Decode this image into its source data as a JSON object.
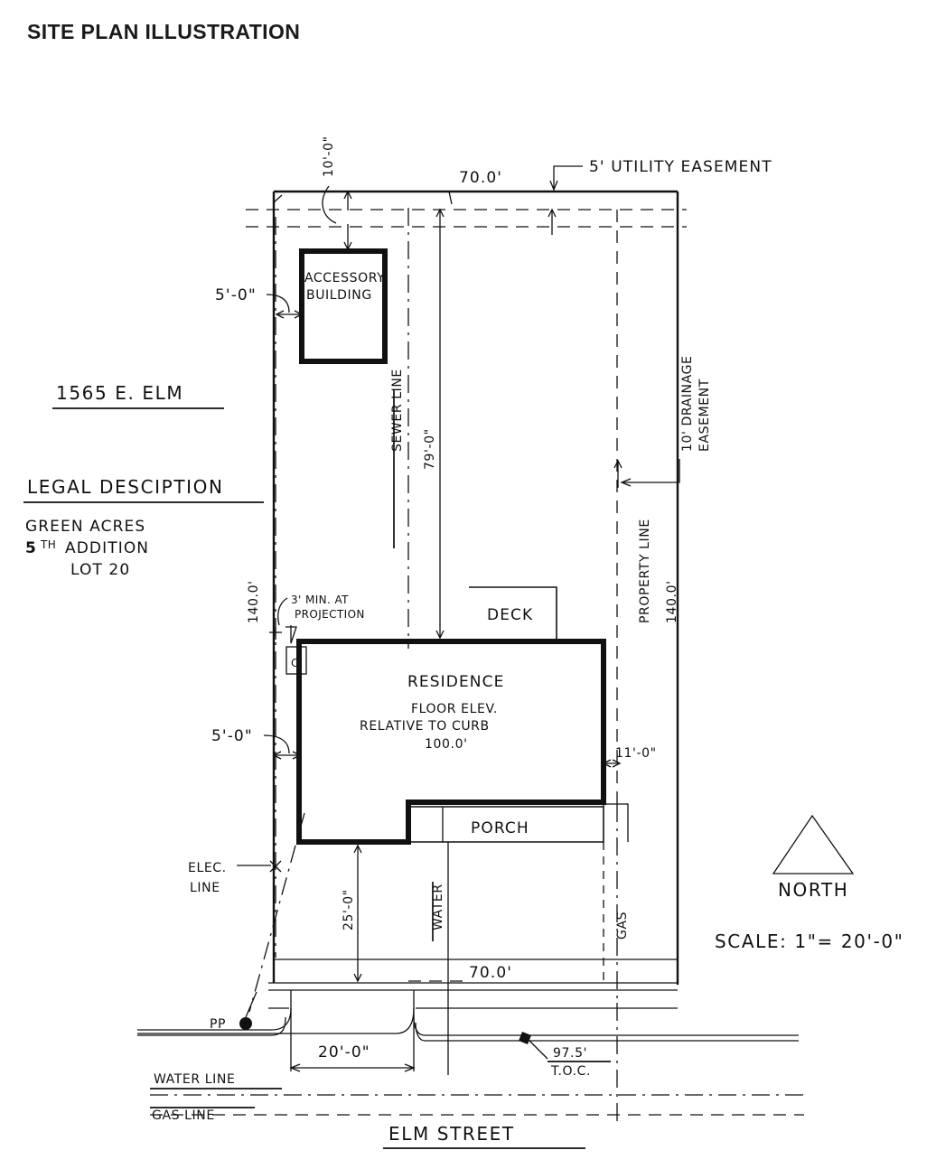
{
  "title": "SITE PLAN ILLUSTRATION",
  "legend": {
    "address": "1565 E. ELM",
    "legal_heading": "LEGAL DESCIPTION",
    "legal_line1": "GREEN ACRES",
    "legal_line2_num": "5",
    "legal_line2_sup": "TH",
    "legal_line2_rest": "ADDITION",
    "legal_line3": "LOT 20"
  },
  "compass": {
    "label": "NORTH",
    "icon": "north-arrow-triangle"
  },
  "scale": {
    "label": "SCALE: 1\"= 20'-0\""
  },
  "street": {
    "name": "ELM STREET",
    "water_line": "WATER LINE",
    "gas_line": "GAS LINE",
    "power_pole": "PP",
    "toc_elev": "97.5'",
    "toc_label": "T.O.C.",
    "driveway_width": "20'-0\""
  },
  "structures": {
    "accessory_building_l1": "ACCESSORY",
    "accessory_building_l2": "BUILDING",
    "residence": "RESIDENCE",
    "residence_l2": "FLOOR ELEV.",
    "residence_l3": "RELATIVE TO CURB",
    "residence_l4": "100.0'",
    "deck": "DECK",
    "porch": "PORCH",
    "chimney_mark": "C"
  },
  "dimensions": {
    "lot_width_top": "70.0'",
    "lot_width_bottom": "70.0'",
    "lot_depth_left": "140.0'",
    "lot_depth_right": "140.0'",
    "accessory_setback_top": "10'-0\"",
    "accessory_setback_side": "5'-0\"",
    "residence_setback_side": "5'-0\"",
    "residence_setback_front": "25'-0\"",
    "residence_setback_rear": "79'-0\"",
    "residence_setback_east": "11'-0\"",
    "projection_note_l1": "3' MIN. AT",
    "projection_note_l2": "PROJECTION"
  },
  "easements": {
    "utility": "5' UTILITY EASEMENT",
    "drainage_l1": "10' DRAINAGE",
    "drainage_l2": "EASEMENT",
    "property_line": "PROPERTY LINE"
  },
  "utilities": {
    "sewer": "SEWER LINE",
    "water": "WATER",
    "gas": "GAS",
    "elec_l1": "ELEC.",
    "elec_l2": "LINE"
  },
  "colors": {
    "ink": "#111111",
    "paper": "#ffffff"
  }
}
